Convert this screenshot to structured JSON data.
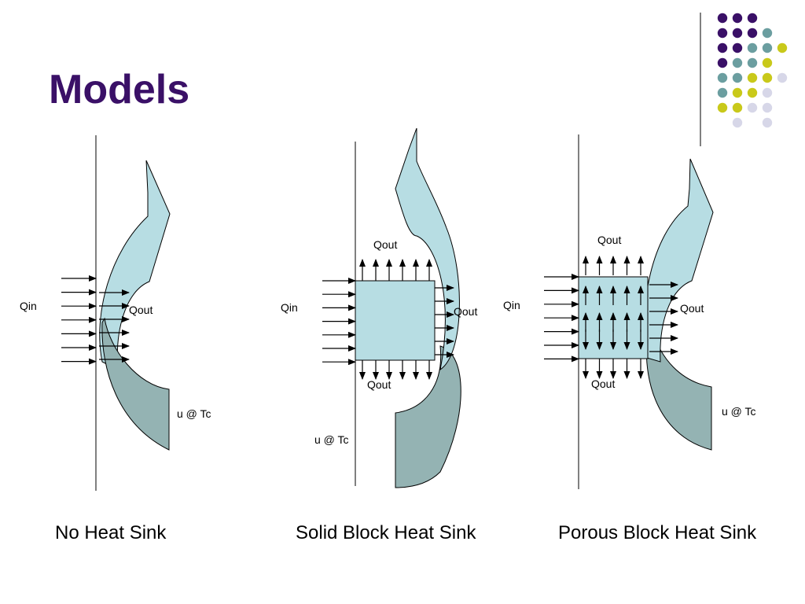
{
  "slide": {
    "title": "Models"
  },
  "colors": {
    "title": "#3a1067",
    "purple": "#3a1067",
    "teal": "#6b9ea0",
    "yellow": "#c9c91a",
    "lavender": "#d7d7e8",
    "arrow_fill_upper": "#b7dde3",
    "arrow_fill_lower": "#94b3b3",
    "block_fill": "#b7dde3"
  },
  "decoration": {
    "dot_grid": [
      [
        "purple",
        "purple",
        "purple"
      ],
      [
        "purple",
        "purple",
        "purple",
        "teal"
      ],
      [
        "purple",
        "purple",
        "teal",
        "teal",
        "yellow"
      ],
      [
        "purple",
        "teal",
        "teal",
        "yellow"
      ],
      [
        "teal",
        "teal",
        "yellow",
        "yellow",
        "lavender"
      ],
      [
        "teal",
        "yellow",
        "yellow",
        "lavender"
      ],
      [
        "yellow",
        "yellow",
        "lavender",
        "lavender"
      ],
      [
        "",
        "lavender",
        "",
        "lavender"
      ]
    ]
  },
  "models": [
    {
      "name": "No Heat Sink",
      "labels": {
        "qin": "Qin",
        "qout_side": "Qout",
        "u_tc": "u @ Tc"
      }
    },
    {
      "name": "Solid Block Heat Sink",
      "labels": {
        "qin": "Qin",
        "qout_top": "Qout",
        "qout_side": "Qout",
        "qout_bottom": "Qout",
        "u_tc": "u @ Tc"
      }
    },
    {
      "name": "Porous Block Heat Sink",
      "labels": {
        "qin": "Qin",
        "qout_top": "Qout",
        "qout_side": "Qout",
        "qout_bottom": "Qout",
        "u_tc": "u @ Tc"
      }
    }
  ]
}
